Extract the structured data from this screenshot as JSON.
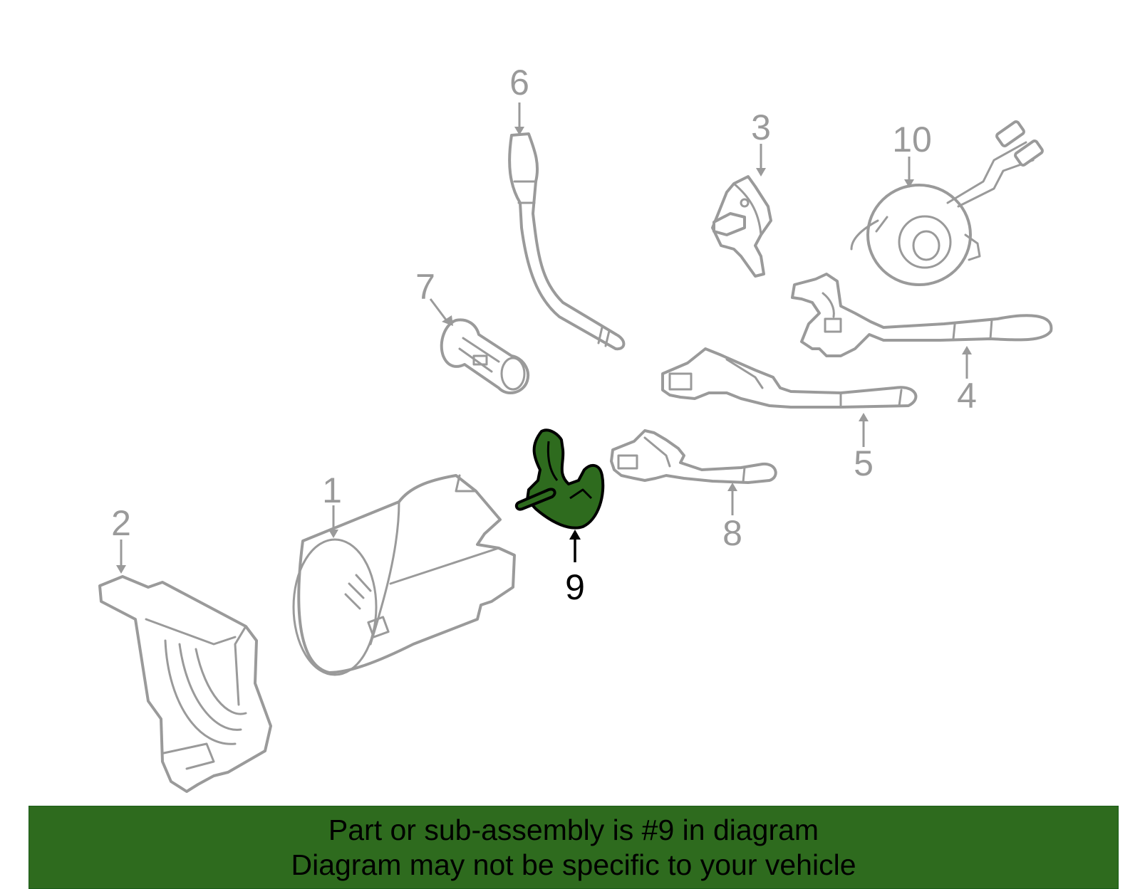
{
  "colors": {
    "highlight_fill": "#2e6b1e",
    "part_stroke": "#9a9a9a",
    "banner_background": "#2e6b1e",
    "banner_text": "#000000"
  },
  "diagram": {
    "highlighted_callout": "9",
    "callouts": [
      {
        "id": "1",
        "label": "1"
      },
      {
        "id": "2",
        "label": "2"
      },
      {
        "id": "3",
        "label": "3"
      },
      {
        "id": "4",
        "label": "4"
      },
      {
        "id": "5",
        "label": "5"
      },
      {
        "id": "6",
        "label": "6"
      },
      {
        "id": "7",
        "label": "7"
      },
      {
        "id": "8",
        "label": "8"
      },
      {
        "id": "9",
        "label": "9"
      },
      {
        "id": "10",
        "label": "10"
      }
    ]
  },
  "banner": {
    "line1": "Part or sub-assembly is #9 in diagram",
    "line2": "Diagram may not be specific to your vehicle"
  }
}
